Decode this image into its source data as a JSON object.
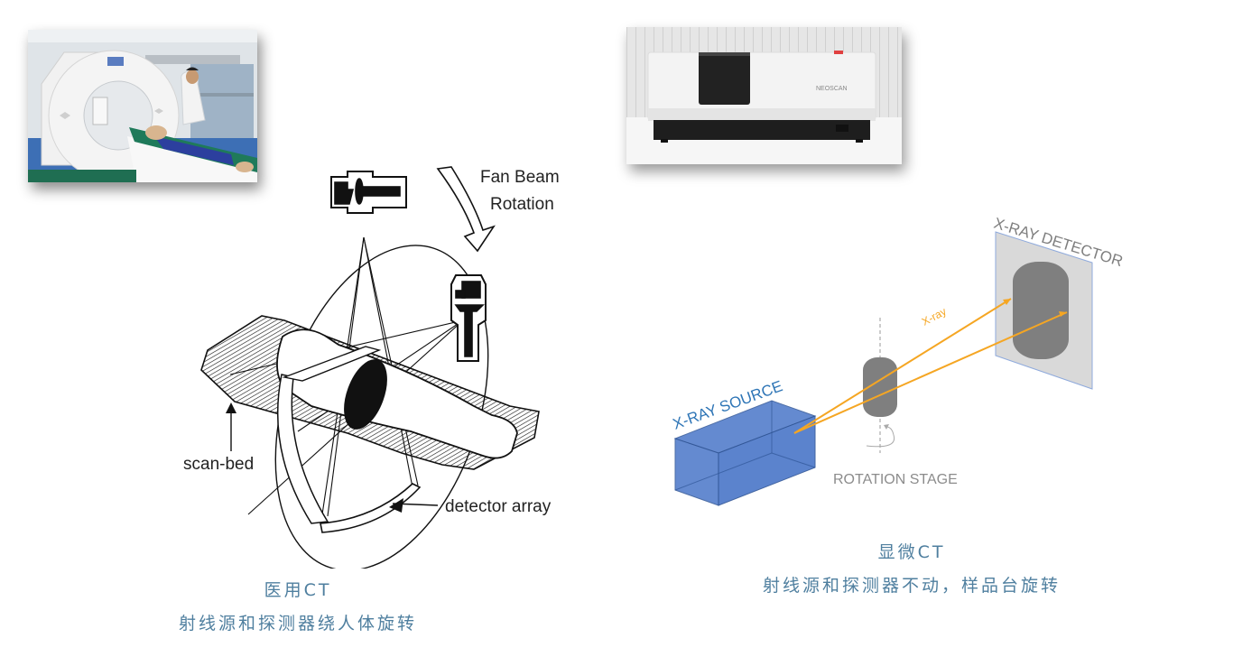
{
  "medical_ct": {
    "photo": {
      "description": "Patient lying on CT scanner bed with doctor standing beside gantry",
      "colors": {
        "gantry": "#f2f2f2",
        "floor": "#3a6fb8",
        "bed_pad": "#1f7a5a",
        "patient_clothes": "#2c3f9e",
        "wall": "#d6dde3"
      }
    },
    "diagram": {
      "labels": {
        "fan_beam": "Fan Beam",
        "rotation": "Rotation",
        "scan_bed": "scan-bed",
        "detector_array": "detector array"
      }
    },
    "caption": {
      "title": "医用CT",
      "subtitle": "射线源和探测器绕人体旋转"
    }
  },
  "micro_ct": {
    "photo": {
      "description": "Benchtop micro-CT instrument",
      "brand_label": "NEOSCAN",
      "colors": {
        "body": "#f4f4f4",
        "base": "#1e1e1e",
        "window": "#202020",
        "indicator": "#e04040"
      }
    },
    "schematic": {
      "labels": {
        "source": "X-RAY SOURCE",
        "detector": "X-RAY DETECTOR",
        "beam": "X-ray",
        "stage": "ROTATION STAGE"
      },
      "colors": {
        "source_fill": "#4a76c8",
        "source_stroke": "#2f5597",
        "source_label": "#2e75b6",
        "beam": "#f5a623",
        "sample": "#7f7f7f",
        "detector_panel": "#d9d9d9",
        "detector_edge": "#8faadc",
        "detector_label": "#7f7f7f",
        "stage_label": "#8c8c8c"
      }
    },
    "caption": {
      "title": "显微CT",
      "subtitle": "射线源和探测器不动，样品台旋转"
    }
  }
}
